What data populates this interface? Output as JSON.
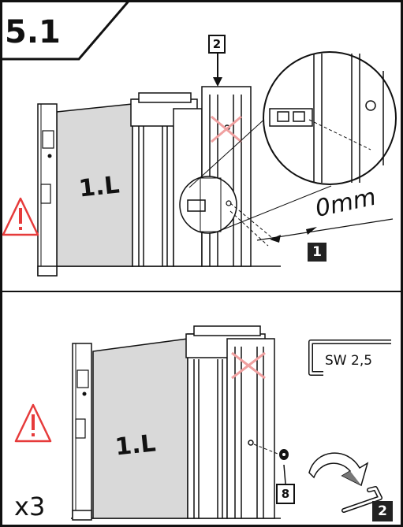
{
  "step": {
    "number": "5.1"
  },
  "panel_top": {
    "part_label": "1.L",
    "callout_label": "2",
    "gap_value": "0mm",
    "step_badge": "1"
  },
  "panel_bottom": {
    "part_label": "1.L",
    "tool_label": "SW 2,5",
    "screw_label": "8",
    "quantity": "x3",
    "step_badge": "2"
  },
  "colors": {
    "outline": "#111111",
    "glass": "#d9d9d9",
    "warning": "#e63b3b",
    "cross": "#f0a0a0"
  },
  "icons": [
    "warning-icon",
    "spirit-level-icon",
    "allen-key-icon",
    "screw-icon",
    "rotate-arrow-icon",
    "cross-mark-icon"
  ]
}
